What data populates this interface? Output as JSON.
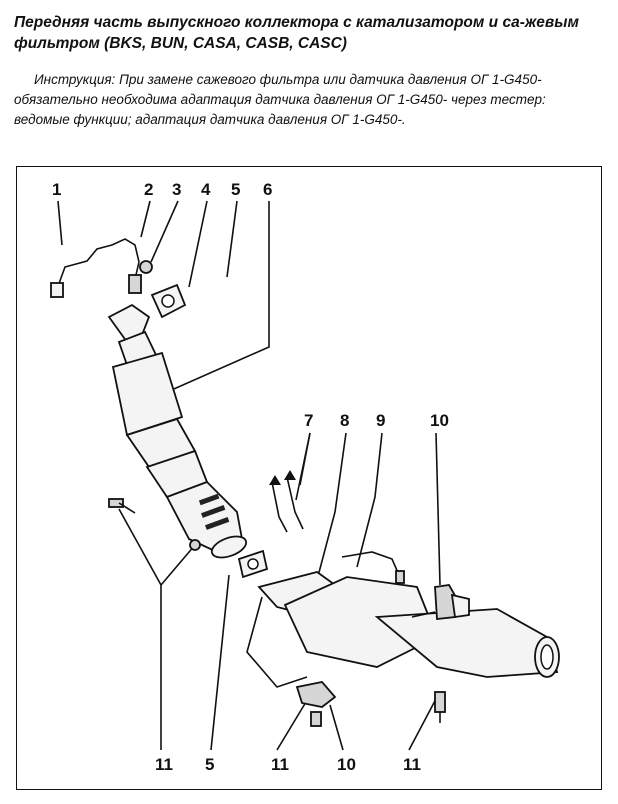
{
  "title": "Передняя часть выпускного коллектора с катализатором и са-жевым фильтром (BKS, BUN, CASA, CASB, CASC)",
  "instruction": {
    "label": "Инструкция:",
    "text": "При замене сажевого фильтра или датчика давления ОГ 1-G450- обязательно необходима адаптация датчика давления ОГ 1-G450- через тестер: ведомые функции; адаптация датчика давления ОГ 1-G450-."
  },
  "callouts": {
    "top": [
      "1",
      "2",
      "3",
      "4",
      "5",
      "6"
    ],
    "mid": [
      "7",
      "8",
      "9",
      "10"
    ],
    "bottom": [
      "11",
      "5",
      "11",
      "10",
      "11"
    ]
  }
}
